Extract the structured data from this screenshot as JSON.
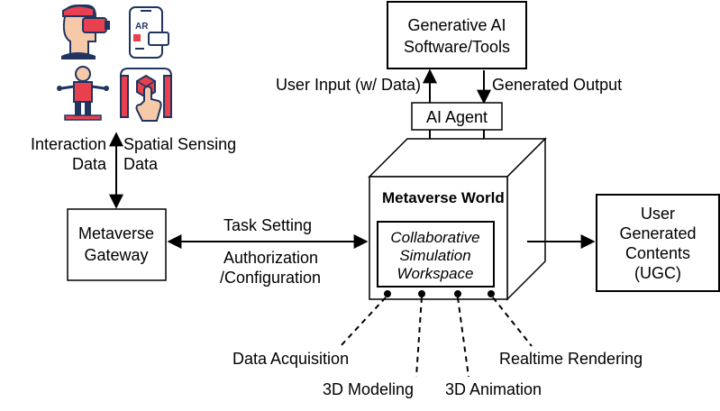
{
  "genai_box": {
    "line1": "Generative AI",
    "line2": "Software/Tools"
  },
  "ai_agent": {
    "label": "AI Agent"
  },
  "user_input_label": "User Input (w/ Data)",
  "generated_output_label": "Generated Output",
  "metaverse_world": {
    "title": "Metaverse World",
    "workspace_line1": "Collaborative",
    "workspace_line2": "Simulation",
    "workspace_line3": "Workspace"
  },
  "gateway": {
    "line1": "Metaverse",
    "line2": "Gateway"
  },
  "interaction_data": {
    "line1": "Interaction",
    "line2": "Data"
  },
  "spatial_sensing": {
    "line1": "Spatial Sensing",
    "line2": "Data"
  },
  "task_setting": "Task Setting",
  "authorization": {
    "line1": "Authorization",
    "line2": "/Configuration"
  },
  "ugc": {
    "line1": "User",
    "line2": "Generated",
    "line3": "Contents",
    "line4": "(UGC)"
  },
  "processes": {
    "data_acquisition": "Data Acquisition",
    "modeling": "3D Modeling",
    "animation": "3D Animation",
    "rendering": "Realtime Rendering"
  },
  "icons": [
    "vr-headset-icon",
    "ar-phone-icon",
    "body-tracking-icon",
    "touch-cube-icon"
  ],
  "colors": {
    "icon_red": "#e8404f",
    "icon_navy": "#1f3560",
    "icon_skin": "#f6c9a8",
    "icon_blue": "#9ec8e8"
  }
}
